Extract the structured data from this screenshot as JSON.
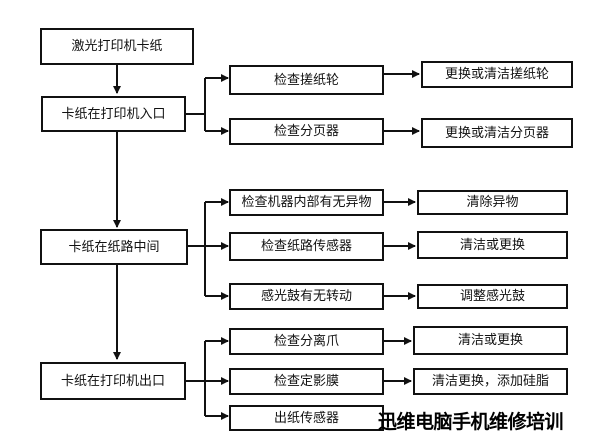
{
  "diagram": {
    "main_nodes": [
      {
        "id": "root",
        "label": "激光打印机卡纸"
      },
      {
        "id": "entry",
        "label": "卡纸在打印机入口"
      },
      {
        "id": "middle",
        "label": "卡纸在纸路中间"
      },
      {
        "id": "exit",
        "label": "卡纸在打印机出口"
      }
    ],
    "branches": [
      {
        "group": "entry",
        "check": "检查搓纸轮",
        "action": "更换或清洁搓纸轮"
      },
      {
        "group": "entry",
        "check": "检查分页器",
        "action": "更换或清洁分页器"
      },
      {
        "group": "middle",
        "check": "检查机器内部有无异物",
        "action": "清除异物"
      },
      {
        "group": "middle",
        "check": "检查纸路传感器",
        "action": "清洁或更换"
      },
      {
        "group": "middle",
        "check": "感光鼓有无转动",
        "action": "调整感光鼓"
      },
      {
        "group": "exit",
        "check": "检查分离爪",
        "action": "清洁或更换"
      },
      {
        "group": "exit",
        "check": "检查定影膜",
        "action": "清洁更换，添加硅脂"
      },
      {
        "group": "exit",
        "check": "出纸传感器",
        "action": ""
      }
    ]
  },
  "watermark": "迅维电脑手机维修培训"
}
